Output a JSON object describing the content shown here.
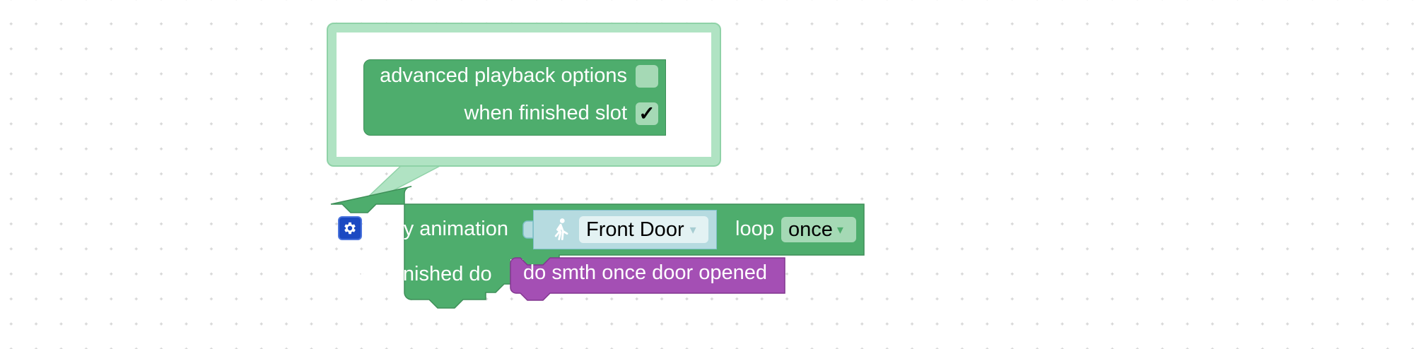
{
  "workspace": {
    "background": "#ffffff",
    "grid_dot_color": "#d7d7d7"
  },
  "mutator": {
    "advanced_label": "advanced playback options",
    "advanced_checked": false,
    "finished_slot_label": "when finished slot",
    "finished_slot_checked": true,
    "finished_slot_mark": "✓"
  },
  "block": {
    "color": "#4ead6d",
    "settings_icon": "gear-icon",
    "title": "play animation",
    "animation_icon": "walking-person-icon",
    "animation_value": "Front Door",
    "animation_dropdown_arrow": "▾",
    "loop_label": "loop",
    "loop_value": "once",
    "loop_dropdown_arrow": "▾",
    "finished_label": "when finished do"
  },
  "procedure_call": {
    "label": "do smth once door opened",
    "color": "#a44fb4"
  }
}
